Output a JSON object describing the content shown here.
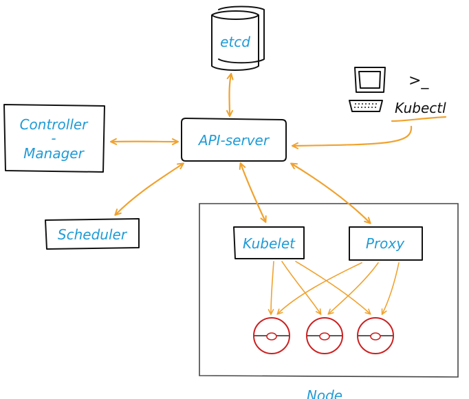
{
  "nodes": {
    "etcd": "etcd",
    "controller_line1": "Controller",
    "controller_line2": "-",
    "controller_line3": "Manager",
    "api_server": "API-server",
    "scheduler": "Scheduler",
    "kubelet": "Kubelet",
    "proxy": "Proxy",
    "kubectl": "Kubectl",
    "node": "Node"
  },
  "icons": {
    "terminal_prompt": ">_"
  },
  "colors": {
    "label": "#1f9bd6",
    "arrow": "#f0a22e",
    "pod": "#cc1f1f",
    "ink": "#111111"
  }
}
